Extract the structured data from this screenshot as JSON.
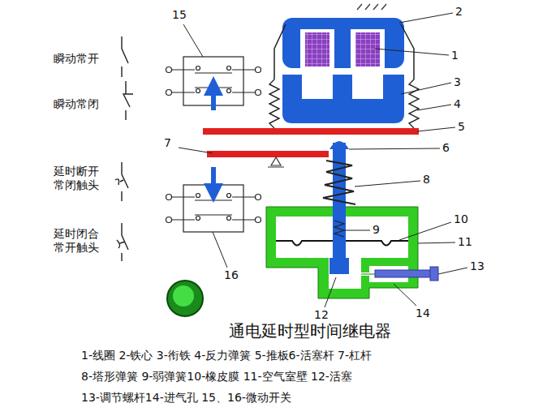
{
  "diagram": {
    "title": "通电延时型时间继电器",
    "labels": [
      "瞬动常开",
      "瞬动常闭",
      "延时断开 常闭触头",
      "延时闭合 常开触头",
      "1",
      "2",
      "3",
      "4",
      "5",
      "6",
      "7",
      "8",
      "9",
      "10",
      "11",
      "12",
      "13",
      "14",
      "15",
      "16",
      "1-线圈 2-铁心 3-衔铁 4-反力弹簧 5-推板6-活塞杆 7-杠杆",
      "8-塔形弹簧 9-弱弹簧10-橡皮膜 11-空气室壁 12-活塞",
      "13-调节螺杆14-进气孔 15、16-微动开关"
    ]
  }
}
